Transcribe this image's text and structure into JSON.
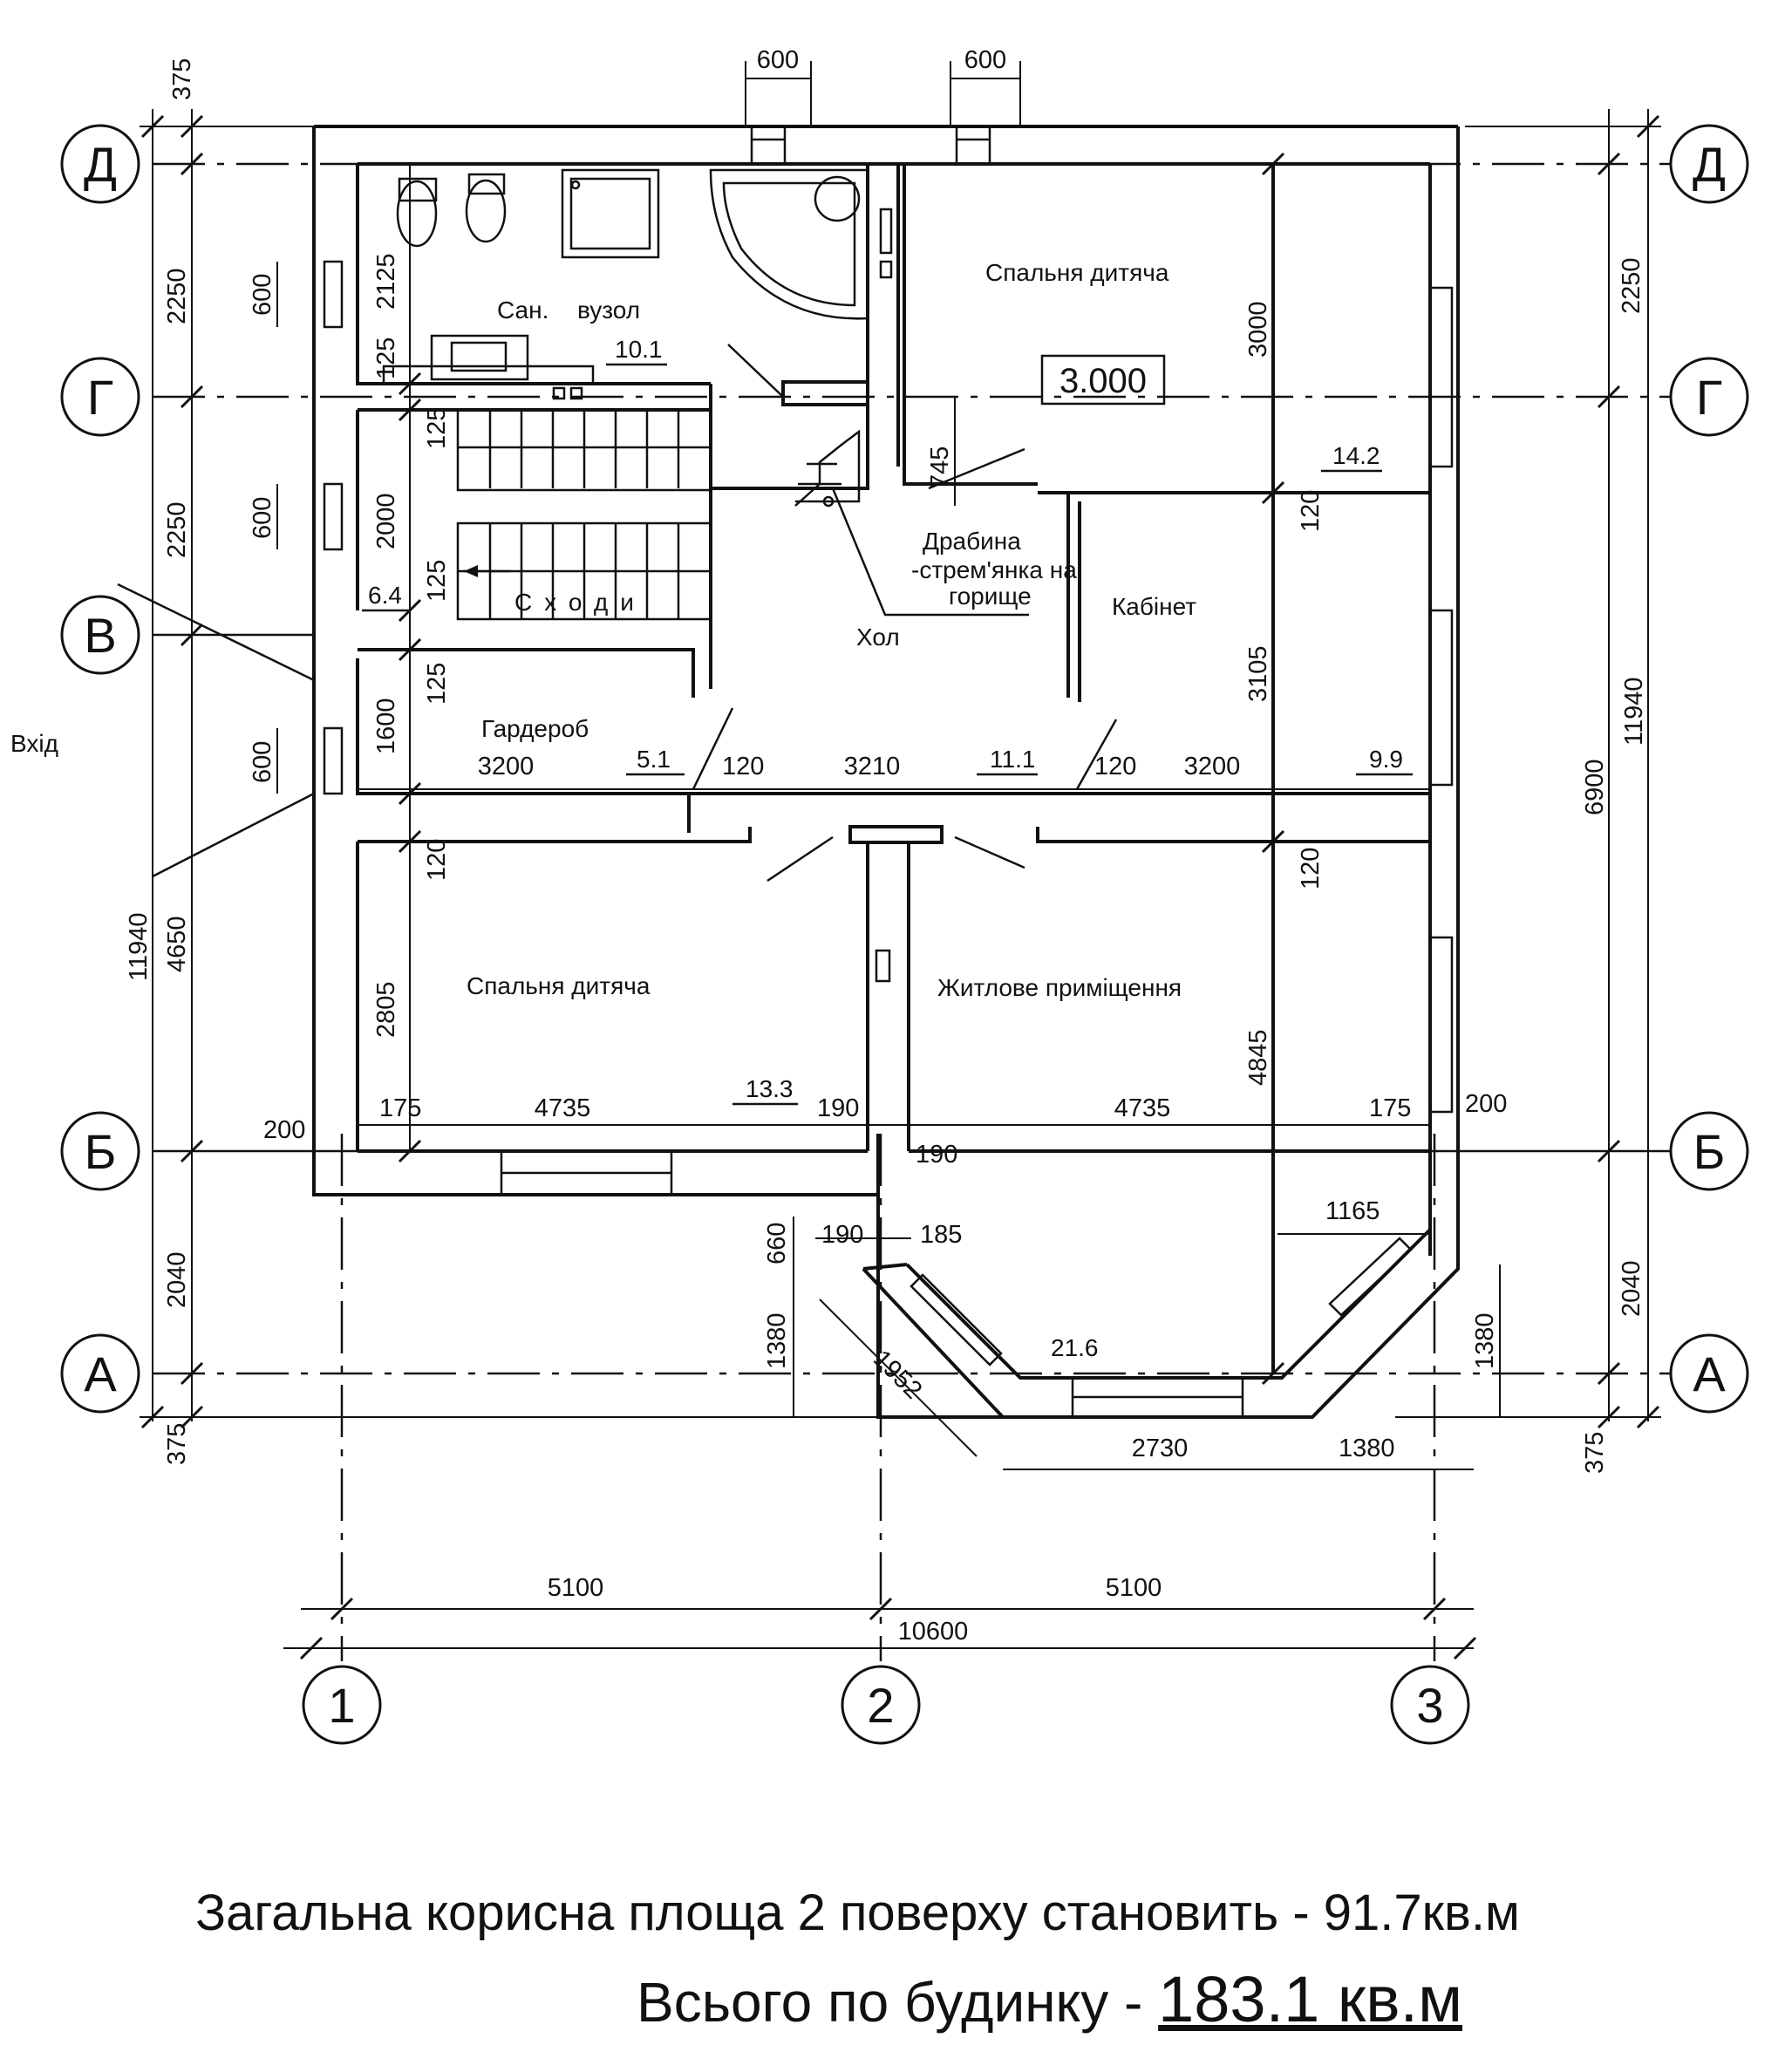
{
  "axes": {
    "rows": [
      "Д",
      "Г",
      "В",
      "Б",
      "А"
    ],
    "cols": [
      "1",
      "2",
      "3"
    ]
  },
  "rooms": [
    {
      "name": "Сан.",
      "area": "10.1"
    },
    {
      "name": "вузол"
    },
    {
      "name": "Сходи",
      "area": "6.4"
    },
    {
      "name": "Спальня дитяча",
      "area": "14.2"
    },
    {
      "name": "Кабінет",
      "area": "9.9"
    },
    {
      "name": "Гардероб",
      "area": "5.1"
    },
    {
      "name": "Хол",
      "area": "11.1"
    },
    {
      "name": "Спальня дитяча",
      "area": "13.3"
    },
    {
      "name": "Житлове приміщення",
      "area": "21.6"
    }
  ],
  "labels": {
    "entrance": "Вхід",
    "ladder_1": "Драбина",
    "ladder_2": "-стрем'янка на",
    "ladder_3": "горище",
    "level_mark": "3.000"
  },
  "dimensions": {
    "top_window_left": "600",
    "top_window_right": "600",
    "left_outer": [
      "375",
      "2250",
      "2250",
      "4650",
      "2040",
      "375"
    ],
    "left_overall": "11940",
    "right_outer": [
      "2250",
      "6900",
      "2040",
      "375"
    ],
    "right_overall": "11940",
    "left_windows": [
      "600",
      "600",
      "600"
    ],
    "wc_height": "2125",
    "wc_wall": "125",
    "stair_walls": [
      "125",
      "125",
      "125"
    ],
    "stair_height": "2000",
    "wardrobe_height": "1600",
    "wall_120": "120",
    "hall_row_widths": [
      "3200",
      "3210",
      "3200"
    ],
    "partitions_120": [
      "120",
      "120"
    ],
    "ladder_offset": "745",
    "bedroom_height": "3000",
    "office_height": "3105",
    "bedroom2_height": "2805",
    "living_height": "4845",
    "row_b_dims": [
      "200",
      "175",
      "4735",
      "190",
      "4735",
      "175",
      "200"
    ],
    "bay_dims": [
      "190",
      "190",
      "185",
      "1165",
      "660",
      "1380",
      "1952",
      "2730",
      "1380",
      "1380"
    ],
    "bottom_spans": [
      "5100",
      "5100"
    ],
    "bottom_total": "10600"
  },
  "footer": {
    "line1": "Загальна корисна площа 2 поверху становить  - 91.7кв.м",
    "line2_prefix": "Всього по будинку - ",
    "line2_value": "183.1 кв.м"
  }
}
